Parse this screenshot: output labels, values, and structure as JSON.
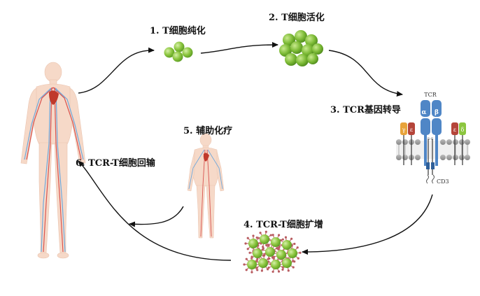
{
  "steps": {
    "s1": "1. T细胞纯化",
    "s2": "2. T细胞活化",
    "s3": "3. TCR基因转导",
    "s4": "4. TCR-T细胞扩增",
    "s5": "5. 辅助化疗",
    "s6": "6. TCR-T细胞回输"
  },
  "receptor": {
    "tcr": "TCR",
    "cd3": "CD3",
    "alpha": "α",
    "beta": "β",
    "gamma": "γ",
    "epsilon": "ε",
    "delta": "δ",
    "ss": "S-S"
  },
  "colors": {
    "cell_green": "#8cc63f",
    "tcr_blue": "#4f86c6",
    "gamma_orange": "#e8a33a",
    "epsilon_red": "#b5453a",
    "delta_green": "#8cc63f",
    "body_skin": "#f6d9c8",
    "artery_red": "#d9534f",
    "vein_blue": "#6fa8dc"
  }
}
